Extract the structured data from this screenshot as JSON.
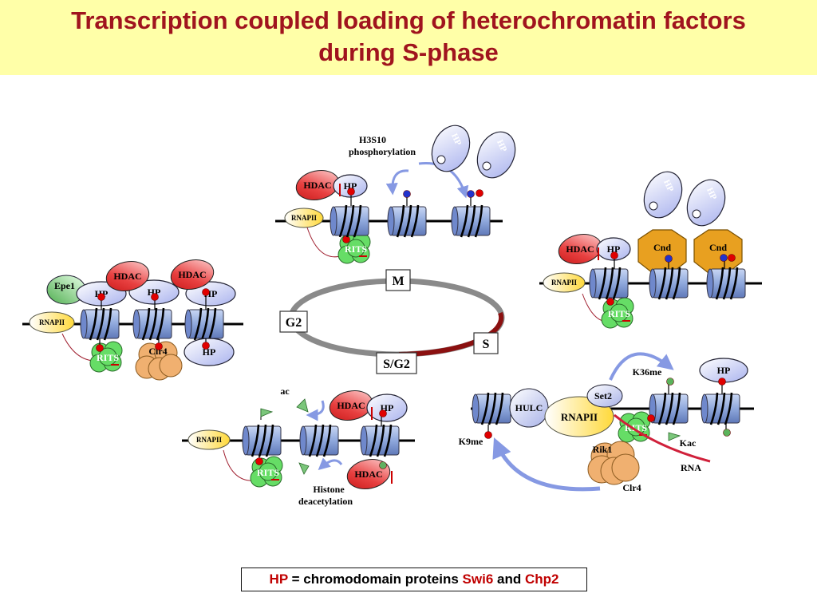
{
  "title": {
    "line1": "Transcription coupled loading of heterochromatin factors",
    "line2": "during S-phase"
  },
  "cycle": {
    "m": "M",
    "g2": "G2",
    "s": "S",
    "sg2": "S/G2"
  },
  "labels": {
    "hp": "HP",
    "hdac": "HDAC",
    "rnapii": "RNAPII",
    "rits": "RITS",
    "epe1": "Epe1",
    "clr4": "Clr4",
    "cnd": "Cnd",
    "hulc": "HULC",
    "set2": "Set2",
    "rik1": "Rik1",
    "k36me": "K36me",
    "k9me": "K9me",
    "kac": "Kac",
    "rna": "RNA",
    "ac": "ac",
    "h3s10_1": "H3S10",
    "h3s10_2": "phosphorylation",
    "deacet_1": "Histone",
    "deacet_2": "deacetylation"
  },
  "legend": {
    "hp": "HP",
    "eq": " = chromodomain proteins ",
    "swi6": "Swi6",
    "and": " and ",
    "chp2": "Chp2"
  },
  "colors": {
    "title": "#a0141e",
    "title_bg": "#ffffa8",
    "nucleosome": "#8fa8dc",
    "hp": "#c8cdf5",
    "hdac": "#e23b3b",
    "rits": "#66dd66",
    "clr4": "#f0b070",
    "cnd": "#e8a020",
    "rnapii": "#ffe066",
    "arrow": "#7a8fe0",
    "cycle_grey": "#8a8a8a",
    "cycle_s": "#8b1010"
  }
}
